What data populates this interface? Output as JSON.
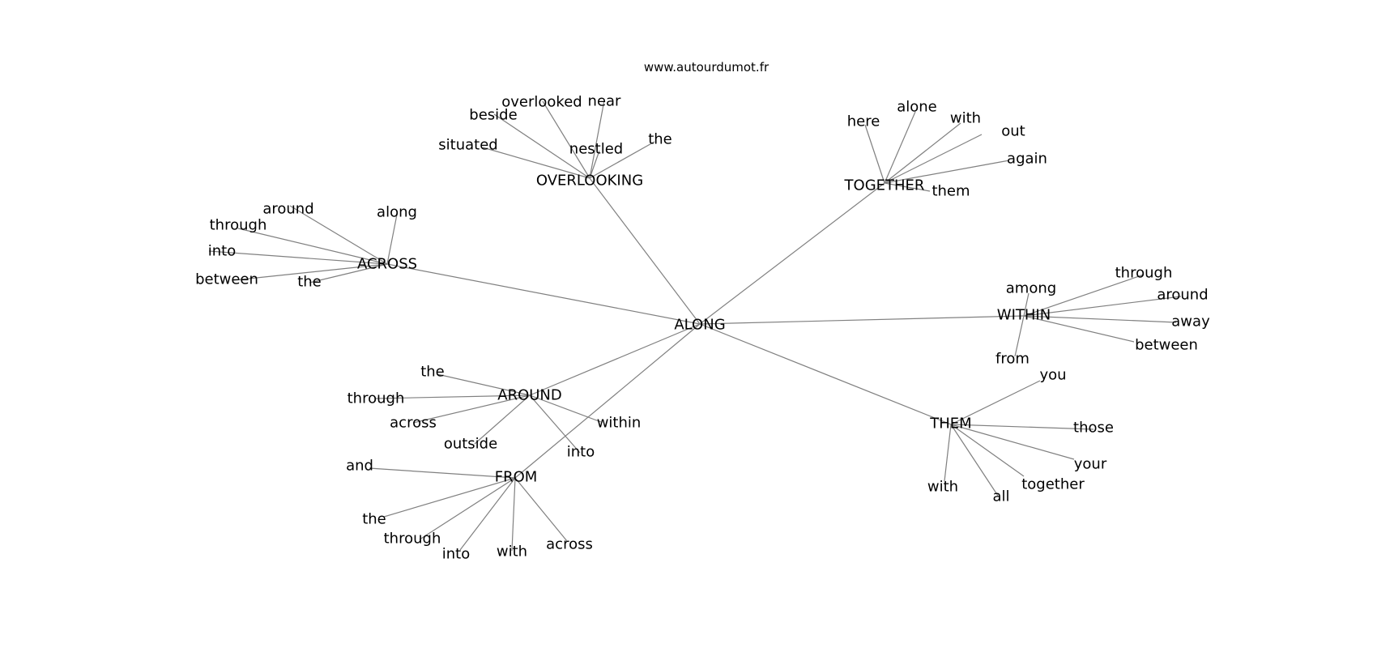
{
  "credit": "www.autourdumot.fr",
  "center": "ALONG",
  "clusters": [
    {
      "hub": "OVERLOOKING",
      "words": [
        "situated",
        "beside",
        "overlooked",
        "near",
        "nestled",
        "the"
      ]
    },
    {
      "hub": "TOGETHER",
      "words": [
        "here",
        "alone",
        "with",
        "out",
        "again",
        "them"
      ]
    },
    {
      "hub": "ACROSS",
      "words": [
        "around",
        "along",
        "through",
        "into",
        "between",
        "the"
      ]
    },
    {
      "hub": "WITHIN",
      "words": [
        "among",
        "through",
        "around",
        "away",
        "between",
        "from"
      ]
    },
    {
      "hub": "AROUND",
      "words": [
        "the",
        "through",
        "across",
        "outside",
        "into",
        "within"
      ]
    },
    {
      "hub": "THEM",
      "words": [
        "you",
        "those",
        "your",
        "together",
        "all",
        "with"
      ]
    },
    {
      "hub": "FROM",
      "words": [
        "and",
        "the",
        "through",
        "into",
        "with",
        "across"
      ]
    }
  ]
}
